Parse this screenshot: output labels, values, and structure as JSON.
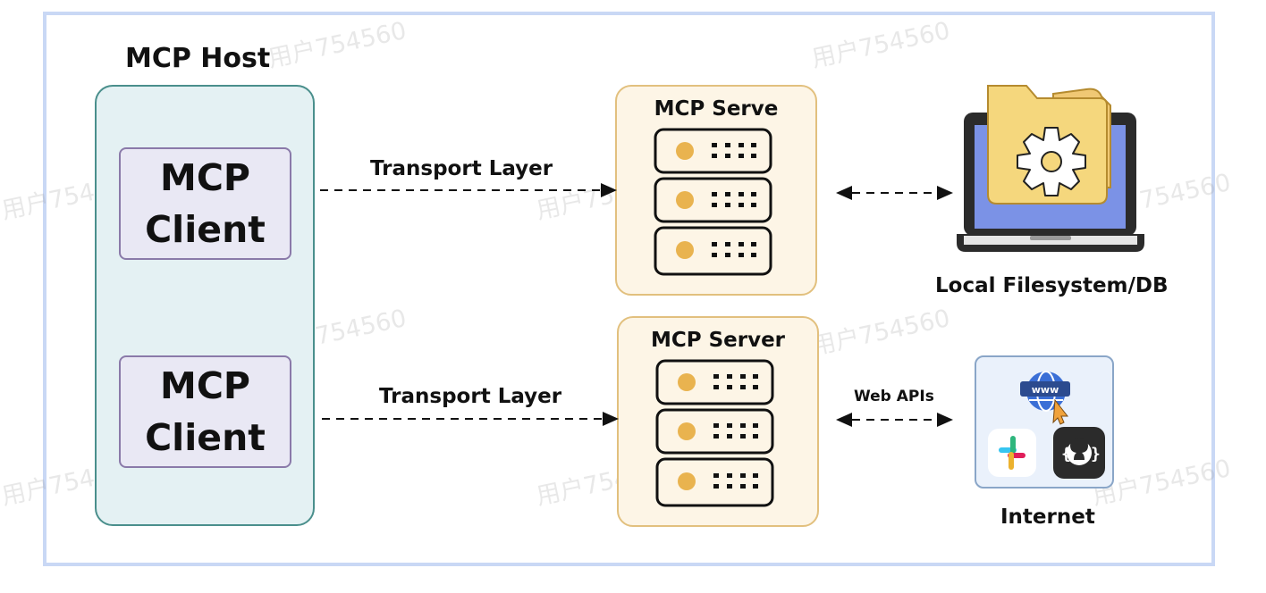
{
  "host": {
    "title": "MCP Host"
  },
  "clients": [
    {
      "line1": "MCP",
      "line2": "Client"
    },
    {
      "line1": "MCP",
      "line2": "Client"
    }
  ],
  "servers": [
    {
      "title": "MCP Serve"
    },
    {
      "title": "MCP Server"
    }
  ],
  "transport": [
    {
      "label": "Transport Layer"
    },
    {
      "label": "Transport Layer"
    }
  ],
  "local": {
    "label": "Local Filesystem/DB"
  },
  "web": {
    "label": "Web APIs"
  },
  "internet": {
    "label": "Internet",
    "www_text": "www"
  },
  "watermark": "用户754560",
  "colors": {
    "host_fill": "#e4f1f3",
    "client_fill": "#e9e8f4",
    "server_fill": "#fdf5e6",
    "server_dot": "#e9b34f",
    "laptop_screen": "#7b92e6",
    "folder": "#f5d77d"
  }
}
